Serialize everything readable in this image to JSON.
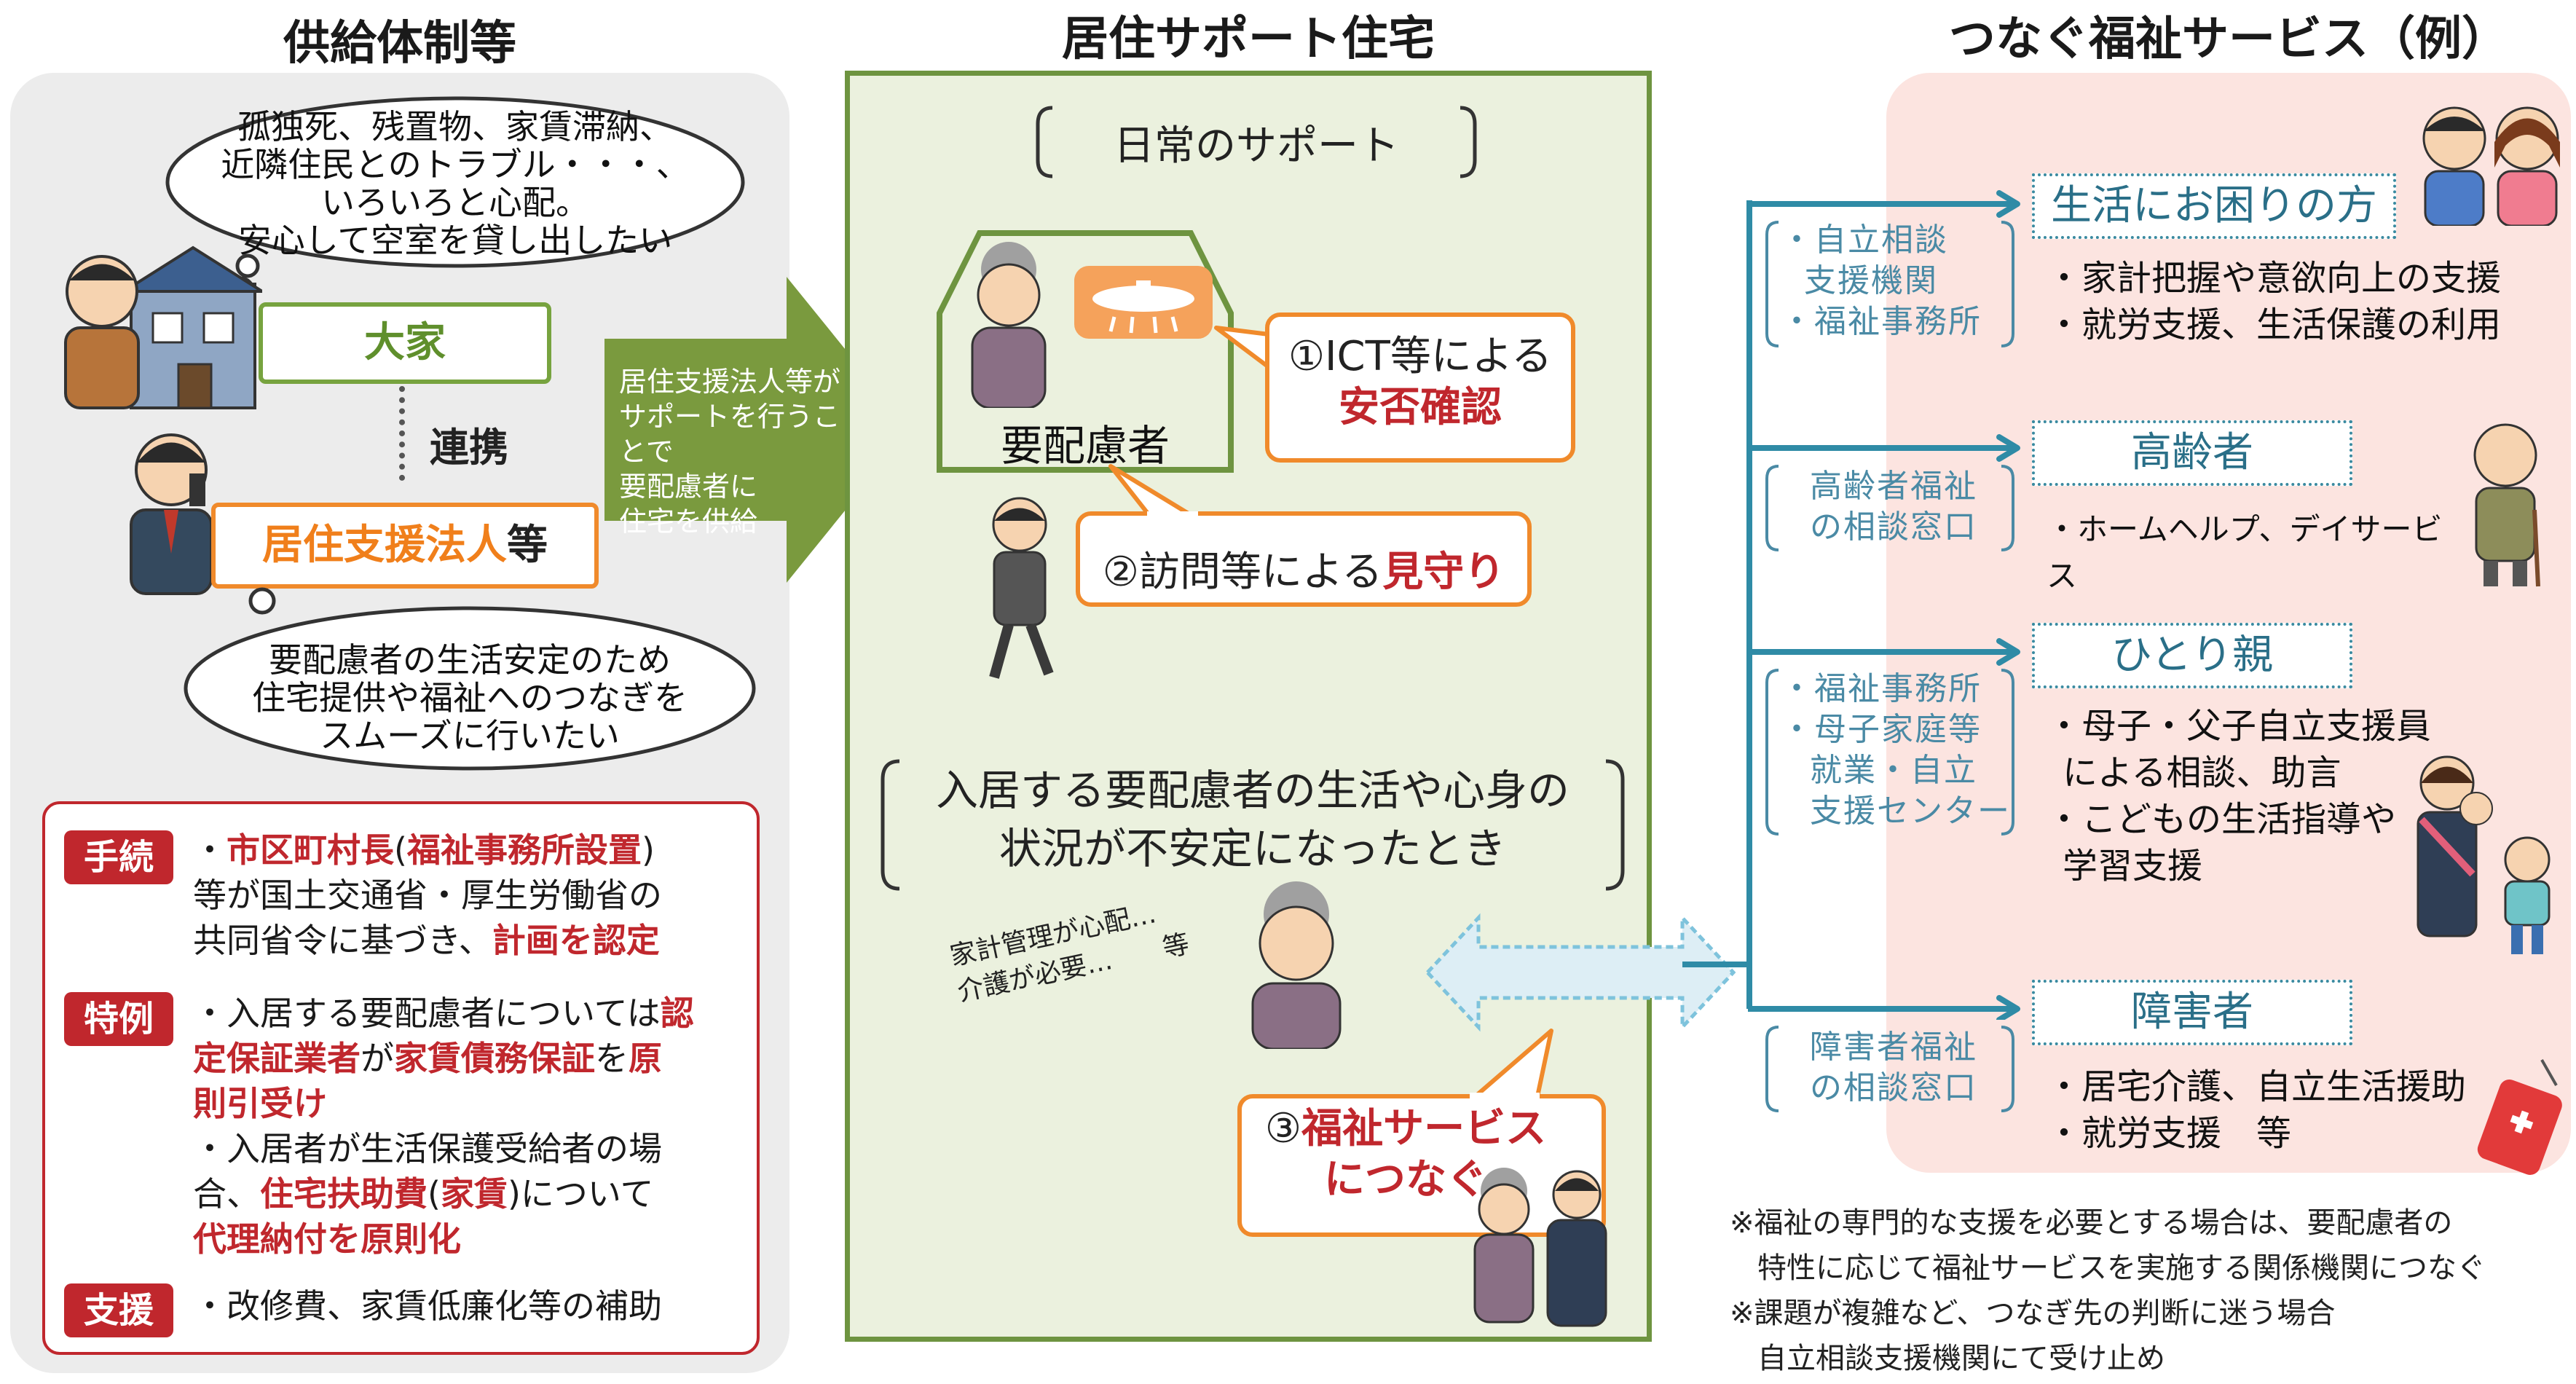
{
  "titles": {
    "left": "供給体制等",
    "middle": "居住サポート住宅",
    "right": "つなぐ福祉サービス（例）"
  },
  "left": {
    "cloud1_lines": [
      "孤独死、残置物、家賃滞納、",
      "近隣住民とのトラブル・・・、",
      "いろいろと心配。",
      "安心して空室を貸し出したい"
    ],
    "landlord_label": "大家",
    "link_label": "連携",
    "support_corp_main": "居住支援法人",
    "support_corp_suffix": "等",
    "cloud2_lines": [
      "要配慮者の生活安定のため",
      "住宅提供や福祉へのつなぎを",
      "スムーズに行いたい"
    ],
    "procedures": [
      {
        "tag": "手続",
        "lines": [
          [
            {
              "t": "・",
              "r": false
            },
            {
              "t": "市区町村長",
              "r": true
            },
            {
              "t": "(",
              "r": false
            },
            {
              "t": "福祉事務所設置",
              "r": true
            },
            {
              "t": ")",
              "r": false
            }
          ],
          [
            {
              "t": "等が国土交通省・厚生労働省の",
              "r": false
            }
          ],
          [
            {
              "t": "共同省令に基づき、",
              "r": false
            },
            {
              "t": "計画を認定",
              "r": true
            }
          ]
        ]
      },
      {
        "tag": "特例",
        "lines": [
          [
            {
              "t": "・入居する要配慮者については",
              "r": false
            },
            {
              "t": "認",
              "r": true
            }
          ],
          [
            {
              "t": "定保証業者",
              "r": true
            },
            {
              "t": "が",
              "r": false
            },
            {
              "t": "家賃債務保証",
              "r": true
            },
            {
              "t": "を",
              "r": false
            },
            {
              "t": "原",
              "r": true
            }
          ],
          [
            {
              "t": "則引受け",
              "r": true
            }
          ],
          [
            {
              "t": "・入居者が生活保護受給者の場",
              "r": false
            }
          ],
          [
            {
              "t": "合、",
              "r": false
            },
            {
              "t": "住宅扶助費",
              "r": true
            },
            {
              "t": "(",
              "r": false
            },
            {
              "t": "家賃",
              "r": true
            },
            {
              "t": ")について",
              "r": false
            }
          ],
          [
            {
              "t": "代理納付を原則化",
              "r": true
            }
          ]
        ]
      },
      {
        "tag": "支援",
        "lines": [
          [
            {
              "t": "・改修費、家賃低廉化等の補助",
              "r": false
            }
          ]
        ]
      }
    ]
  },
  "arrow_text_lines": [
    "居住支援法人等が",
    "サポートを行うことで",
    "要配慮者に",
    "住宅を供給"
  ],
  "middle": {
    "daily_support": "日常のサポート",
    "resident_label": "要配慮者",
    "ict_line1": "①ICT等による",
    "ict_line2": "安否確認",
    "visit_prefix": "②訪問等による",
    "visit_red": "見守り",
    "unstable_line1": "入居する要配慮者の生活や心身の",
    "unstable_line2": "状況が不安定になったとき",
    "worry_line1": "家計管理が心配…",
    "worry_line2": "介護が必要…　　等",
    "welfare_prefix": "③",
    "welfare_line1": "福祉サービス",
    "welfare_line2": "につなぐ"
  },
  "right": {
    "rows": [
      {
        "agency_lines": [
          "・自立相談",
          "支援機関",
          "・福祉事務所"
        ],
        "target": "生活にお困りの方",
        "services": [
          "・家計把握や意欲向上の支援",
          "・就労支援、生活保護の利用"
        ]
      },
      {
        "agency_lines": [
          "高齢者福祉",
          "の相談窓口"
        ],
        "target": "高齢者",
        "services": [
          "・ホームヘルプ、デイサービス"
        ]
      },
      {
        "agency_lines": [
          "・福祉事務所",
          "・母子家庭等",
          "就業・自立",
          "支援センター"
        ],
        "target": "ひとり親",
        "services": [
          "・母子・父子自立支援員",
          "による相談、助言",
          "・こどもの生活指導や",
          "学習支援"
        ]
      },
      {
        "agency_lines": [
          "障害者福祉",
          "の相談窓口"
        ],
        "target": "障害者",
        "services": [
          "・居宅介護、自立生活援助",
          "・就労支援　等"
        ]
      }
    ],
    "notes": [
      "※福祉の専門的な支援を必要とする場合は、要配慮者の",
      "特性に応じて福祉サービスを実施する関係機関につなぐ",
      "※課題が複雑など、つなぎ先の判断に迷う場合",
      "自立相談支援機関にて受け止め"
    ]
  }
}
